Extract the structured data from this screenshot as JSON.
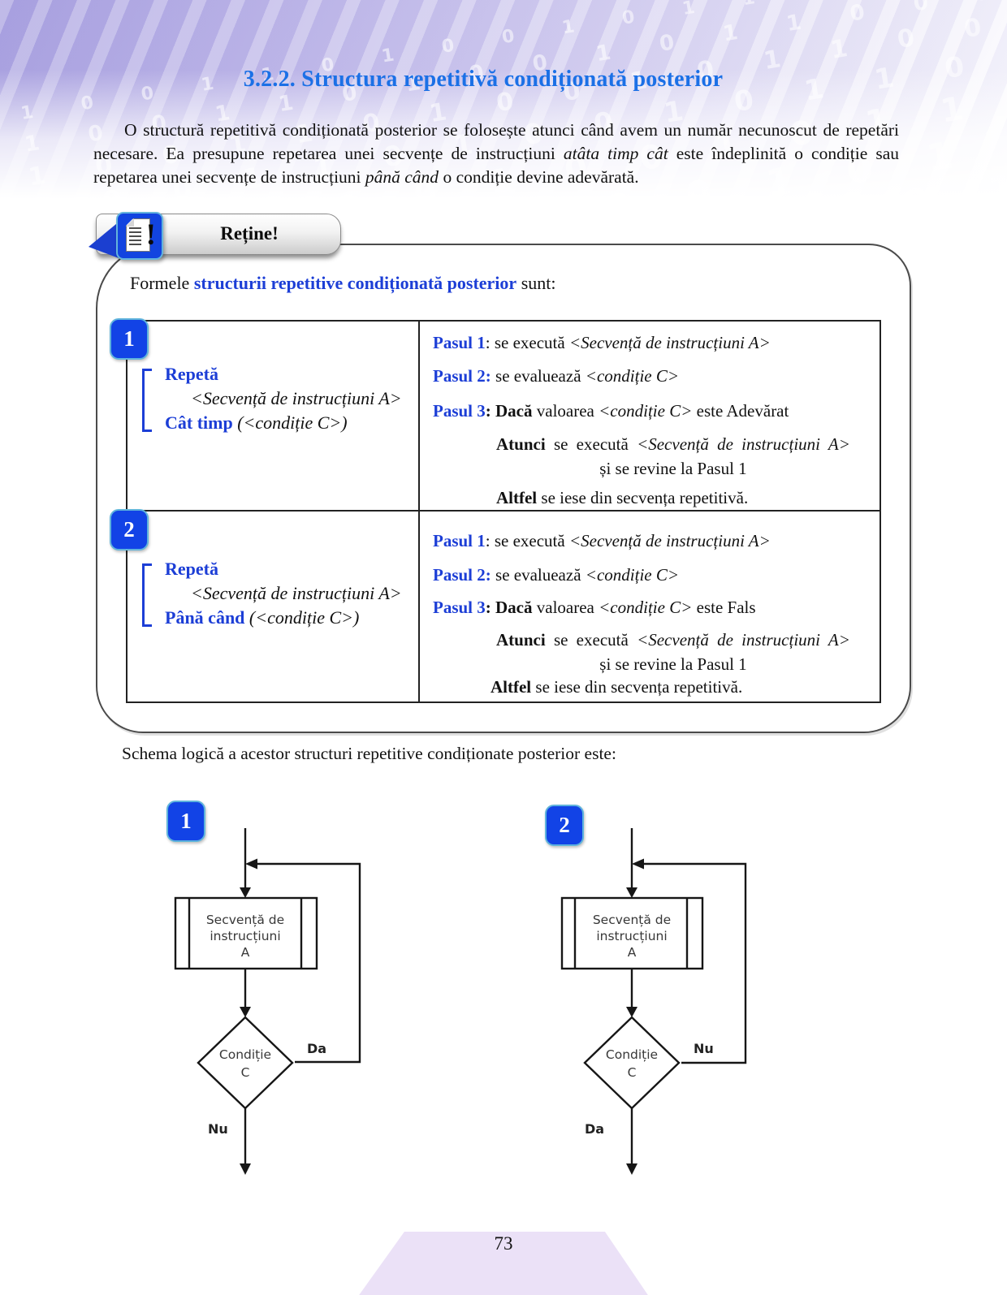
{
  "colors": {
    "title_blue": "#1b70e6",
    "keyword_blue": "#1c3ed6",
    "badge_blue": "#1243e6",
    "badge_border": "#5fb4dc",
    "band_purple": "#a79fdf",
    "footer_lavender": "#ebe1f7"
  },
  "title": "3.2.2.  Structura repetitivă condiționată posterior",
  "intro": {
    "runs": [
      {
        "text": "O structură repetitivă condiționată posterior se folosește atunci când avem un număr necunoscut de repetări necesare. Ea presupune repetarea  unei secvențe de instrucțiuni ",
        "style": ""
      },
      {
        "text": "atâta timp cât",
        "style": "italic"
      },
      {
        "text": " este îndeplinită o condiție sau repetarea  unei secvențe de instrucțiuni ",
        "style": ""
      },
      {
        "text": "până când",
        "style": "italic"
      },
      {
        "text": " o condiție devine adevărată.",
        "style": ""
      }
    ]
  },
  "note": {
    "label": "Reține!",
    "icon": "document-exclamation-icon",
    "lead_runs": [
      {
        "text": "Formele ",
        "style": ""
      },
      {
        "text": "structurii repetitive condiționată posterior",
        "style": "bluebold"
      },
      {
        "text": " sunt:",
        "style": ""
      }
    ]
  },
  "forms": [
    {
      "badge": "1",
      "pseudocode": {
        "line1": [
          {
            "text": "Repetă",
            "style": "keyword"
          }
        ],
        "line2": [
          {
            "text": "<Secvență de instrucțiuni A>",
            "style": "italic"
          }
        ],
        "line3": [
          {
            "text": "Cât timp",
            "style": "keyword"
          },
          {
            "text": " ",
            "style": ""
          },
          {
            "text": "(<condiție C>)",
            "style": "italic"
          }
        ]
      },
      "steps": {
        "line1": [
          {
            "text": "Pasul 1",
            "style": "bluebold"
          },
          {
            "text": ": se execută ",
            "style": ""
          },
          {
            "text": "<Secvență de instrucțiuni A>",
            "style": "italic"
          }
        ],
        "line2": [
          {
            "text": "Pasul 2:",
            "style": "bluebold"
          },
          {
            "text": " se evaluează ",
            "style": ""
          },
          {
            "text": "<condiție C>",
            "style": "italic"
          }
        ],
        "line3": [
          {
            "text": "Pasul 3",
            "style": "bluebold"
          },
          {
            "text": ": ",
            "style": "bold"
          },
          {
            "text": "Dacă",
            "style": "bold"
          },
          {
            "text": " valoarea ",
            "style": ""
          },
          {
            "text": "<condiție C>",
            "style": "italic"
          },
          {
            "text": " este Adevărat",
            "style": ""
          }
        ],
        "line4": [
          {
            "text": "Atunci",
            "style": "bold"
          },
          {
            "text": " se execută ",
            "style": ""
          },
          {
            "text": "<Secvență de instrucțiuni A>",
            "style": "italic"
          }
        ],
        "line5": [
          {
            "text": "și se revine la Pasul 1",
            "style": ""
          }
        ],
        "line6": [
          {
            "text": "Altfel",
            "style": "bold"
          },
          {
            "text": " se iese din secvența repetitivă.",
            "style": ""
          }
        ]
      }
    },
    {
      "badge": "2",
      "pseudocode": {
        "line1": [
          {
            "text": "Repetă",
            "style": "keyword"
          }
        ],
        "line2": [
          {
            "text": "<Secvență de instrucțiuni A>",
            "style": "italic"
          }
        ],
        "line3": [
          {
            "text": "Până când",
            "style": "keyword"
          },
          {
            "text": " ",
            "style": ""
          },
          {
            "text": "(<condiție C>)",
            "style": "italic"
          }
        ]
      },
      "steps": {
        "line1": [
          {
            "text": "Pasul 1",
            "style": "bluebold"
          },
          {
            "text": ": se execută ",
            "style": ""
          },
          {
            "text": "<Secvență de instrucțiuni A>",
            "style": "italic"
          }
        ],
        "line2": [
          {
            "text": "Pasul 2:",
            "style": "bluebold"
          },
          {
            "text": " se evaluează ",
            "style": ""
          },
          {
            "text": "<condiție C>",
            "style": "italic"
          }
        ],
        "line3": [
          {
            "text": "Pasul 3",
            "style": "bluebold"
          },
          {
            "text": ": ",
            "style": "bold"
          },
          {
            "text": "Dacă",
            "style": "bold"
          },
          {
            "text": " valoarea ",
            "style": ""
          },
          {
            "text": "<condiție C>",
            "style": "italic"
          },
          {
            "text": " este Fals",
            "style": ""
          }
        ],
        "line4": [
          {
            "text": "Atunci",
            "style": "bold"
          },
          {
            "text": " se execută ",
            "style": ""
          },
          {
            "text": "<Secvență de instrucțiuni A>",
            "style": "italic"
          }
        ],
        "line5": [
          {
            "text": "și se revine la Pasul 1",
            "style": ""
          }
        ],
        "line6": [
          {
            "text": "Altfel",
            "style": "bold"
          },
          {
            "text": " se iese din secvența repetitivă.",
            "style": ""
          }
        ]
      }
    }
  ],
  "schema_caption": "Schema logică a acestor structuri repetitive condiționate posterior este:",
  "flowcharts": [
    {
      "badge": "1",
      "box_lines": [
        "Secvență de",
        "instrucțiuni",
        "A"
      ],
      "decision_lines": [
        "Condiție",
        "C"
      ],
      "right_label": "Da",
      "down_label": "Nu"
    },
    {
      "badge": "2",
      "box_lines": [
        "Secvență de",
        "instrucțiuni",
        "A"
      ],
      "decision_lines": [
        "Condiție",
        "C"
      ],
      "right_label": "Nu",
      "down_label": "Da"
    }
  ],
  "page": {
    "number": "73"
  }
}
